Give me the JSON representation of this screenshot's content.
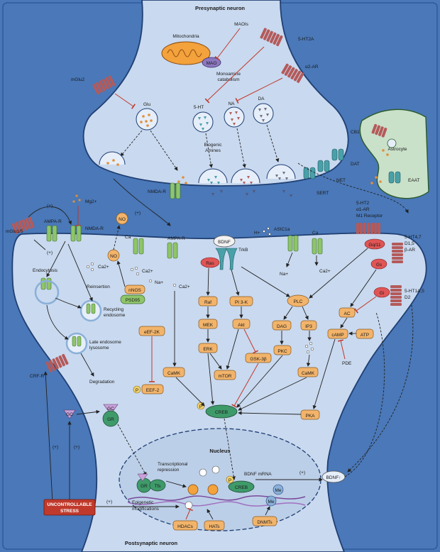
{
  "regions": {
    "presynaptic": "Presynaptic neuron",
    "postsynaptic": "Postsynaptic neuron",
    "nucleus": "Nucleus",
    "astrocyte": "Astrocyte"
  },
  "pre": {
    "maois": "MAOIs",
    "mitochondria": "Mitochondria",
    "mao": "MAO",
    "catabolism_1": "Monoamine",
    "catabolism_2": "catabolism",
    "ht2a": "5-HT2A",
    "a2ar": "α2-AR",
    "mglu2": "mGlu2",
    "glu": "Glu",
    "ht": "5-HT",
    "na": "NA",
    "da": "DA",
    "biogenic_1": "Biogenic",
    "biogenic_2": "Amines",
    "nmdar": "NMDA-R",
    "sert": "SERT",
    "net": "NET",
    "dat": "DAT"
  },
  "astro": {
    "cb1": "CB1",
    "eaat": "EAAT"
  },
  "post": {
    "mg": "Mg2+",
    "mglu15": "mGlu1/5",
    "ampar_left": "AMPA-R",
    "nmdar": "NMDA-R",
    "plus_1": "(+)",
    "plus_2": "(+)",
    "plus_3": "(+)",
    "no_1": "NO",
    "no_2": "NO",
    "ca": "Ca",
    "ca2_1": "Ca2+",
    "ca2_2": "Ca2+",
    "ca2_3": "Ca2+",
    "ca2_4": "Ca2+",
    "na_1": "Na+",
    "na_2": "Na+",
    "ampar_mid": "AMPA-R",
    "bdnf": "BDNF",
    "trkb": "TrkB",
    "h": "H+",
    "asic": "ASIC1a",
    "ca_2": "Ca",
    "endocytosis": "Endocytosis",
    "reinsertion": "Reinsertion",
    "recycling_1": "Recycling",
    "recycling_2": "endosome",
    "late_1": "Late endosome",
    "late_2": "lysosome",
    "degradation": "Degradation",
    "crfr": "CRF-R",
    "nnos": "nNOS",
    "psd95": "PSD95",
    "eef2k": "eEF-2K",
    "eef2": "EEF-2",
    "p1": "P",
    "camk": "CaMK",
    "ras": "Ras",
    "raf": "Raf",
    "mek": "MEK",
    "erk": "ERK",
    "pi3k": "PI 3-K",
    "akt": "Akt",
    "mtor": "mTOR",
    "gsk": "GSK-3β",
    "plc": "PLC",
    "dag": "DAG",
    "ip3": "IP3",
    "pkc": "PKC",
    "camk2": "CaMK",
    "creb": "CREB",
    "p2": "P",
    "pka": "PKA",
    "gq": "Gq/11",
    "gs": "Gs",
    "gi": "Gi",
    "ac": "AC",
    "camp": "cAMP",
    "atp": "ATP",
    "pde": "PDE",
    "ht2": "5-HT2",
    "a1ar": "α1-AR",
    "m1": "M1 Receptor",
    "ht47_1": "5-HT4,7",
    "ht47_2": "D1,5",
    "ht47_3": "β-AR",
    "ht1a_1": "5-HT1A,5",
    "ht1a_2": "D2",
    "gc1": "GC",
    "gc2": "GC",
    "gr": "GR",
    "plus_4": "(+)",
    "plus_5": "(+)"
  },
  "nuc": {
    "gr": "GR",
    "tfs": "Tfs",
    "trans_1": "Transcriptional",
    "trans_2": "repression",
    "creb": "CREB",
    "p": "P",
    "mrna": "BDNF mRNA",
    "plus": "(+)",
    "bdnf": "BDNF↑",
    "me1": "Me",
    "me2": "Me",
    "stress_1": "UNCONTROLLABLE",
    "stress_2": "STRESS",
    "plus_e": "(+)",
    "epi_1": "Epigenetic",
    "epi_2": "modifications",
    "hdacs": "HDACs",
    "hats": "HATs",
    "dnmts": "DNMTs"
  },
  "colors": {
    "background": "#4a78b8",
    "cell": "#c9d9ef",
    "cell_edge": "#1f3f73",
    "kinase": "#f2b46b",
    "receptor": "#b45a5a",
    "channel": "#8fc56a",
    "creb": "#3f9a6a",
    "stress": "#c0392b",
    "inhibit": "#c0392b"
  }
}
